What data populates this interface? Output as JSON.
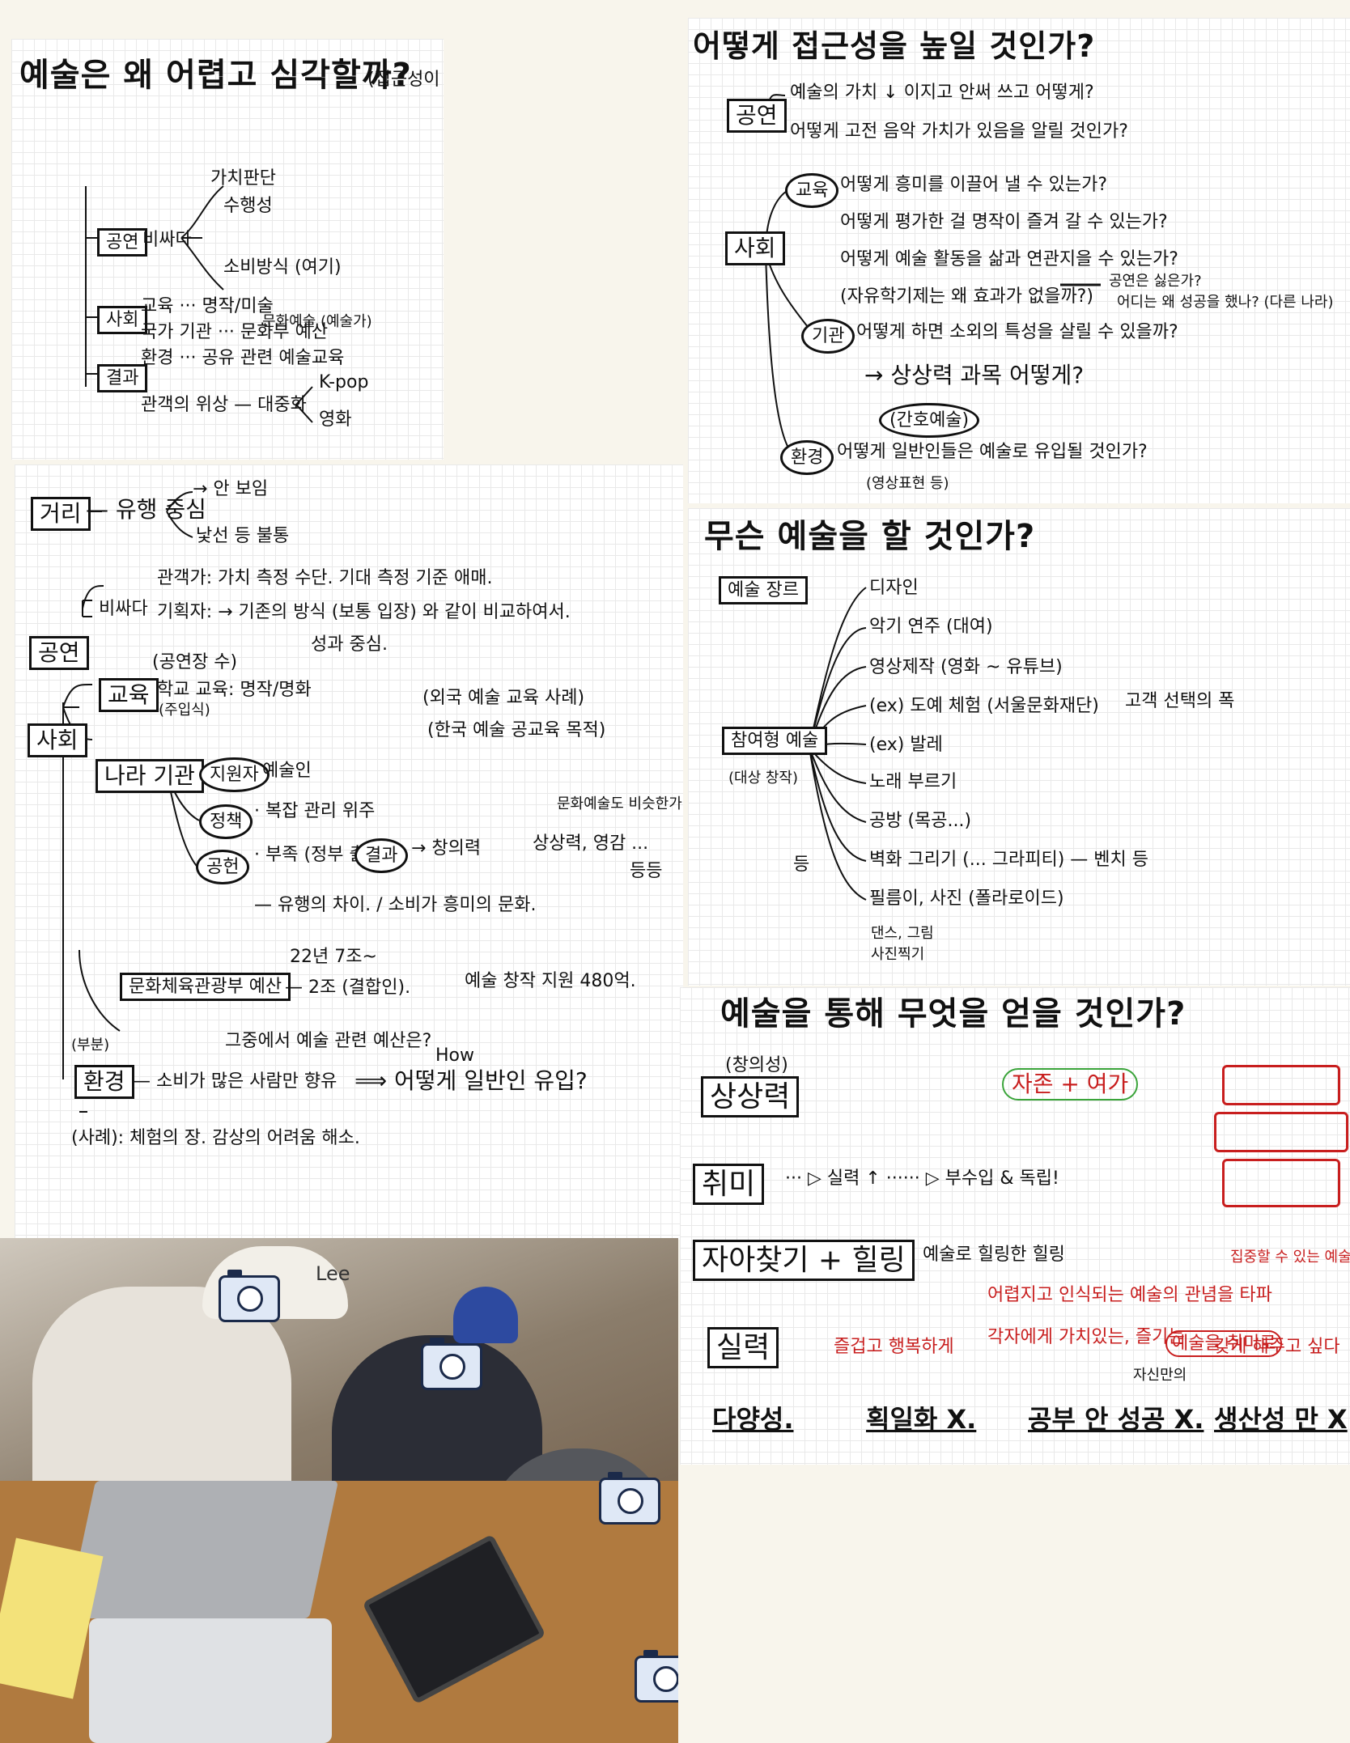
{
  "panel1": {
    "title": "예술은 왜 어렵고 심각할까?",
    "title_note": "(접근성이 높다)",
    "nodes": {
      "a1": "가치판단",
      "a2": "수행성",
      "a3": "소비방식 (여기)",
      "gong": "공연",
      "bissa": "비싸다",
      "sahoe": "사회",
      "sahoe_line1": "교육 ··· 명작/미술",
      "sahoe_line2": "국가 기관 ··· 문화부 예산",
      "sahoe_line3": "환경 ··· 공유 관련 예술교육",
      "sahoe_right": "문화예술 (예술가)",
      "kyulgwa": "결과",
      "kyulgwa_line": "관객의 위상 — 대중화",
      "kpop": "K-pop",
      "movie": "영화"
    }
  },
  "panel2": {
    "title": "어떻게 접근성을 높일 것인가?",
    "gong": "공연",
    "gong_q1": "예술의 가치 ↓ 이지고 안써 쓰고 어떻게?",
    "gong_q2": "어떻게 고전 음악 가치가 있음을 알릴 것인가?",
    "sahoe": "사회",
    "edu": "교육",
    "edu_q1": "어떻게 흥미를 이끌어 낼 수 있는가?",
    "edu_q2": "어떻게 평가한 걸 명작이 즐겨 갈 수 있는가?",
    "edu_q3": "어떻게 예술 활동을 삶과 연관지을 수 있는가?",
    "edu_q4": "(자유학기제는 왜 효과가 없을까?)",
    "edu_side1": "공연은 싫은가?",
    "edu_side2": "어디는 왜 성공을 했나? (다른 나라)",
    "gigwan": "기관",
    "gigwan_q": "어떻게 하면 소외의 특성을 살릴 수 있을까?",
    "imagination": "→ 상상력 과목 어떻게?",
    "convergence": "(간호예술)",
    "env": "환경",
    "env_q": "어떻게 일반인들은 예술로 유입될 것인가?",
    "env_note": "(영상표현 등)"
  },
  "panel3": {
    "geori": "거리",
    "geori_line": "— 유행 중심",
    "geori_r1": "→ 안 보임",
    "geori_r2": "낯선 등 불통",
    "gong": "공연",
    "bissa": "비싸다",
    "bissa_1": "관객가: 가치 측정 수단. 기대 측정 기준 애매.",
    "bissa_2": "기획자: → 기존의 방식 (보통 입장) 와 같이 비교하여서.",
    "bissa_3": "성과 중심.",
    "gong_sub": "(공연장 수)",
    "sahoe": "사회",
    "gyoyuk": "교육",
    "gyoyuk_line": "학교 교육: 명작/명화",
    "gyoyuk_sub": "(주입식)",
    "right1": "(외국 예술 교육 사례)",
    "right2": "(한국 예술 공교육 목적)",
    "nara": "나라 기관",
    "c1": "지원자",
    "c1_t": "예술인",
    "c2": "정책",
    "c2_t": "· 복잡 관리 위주",
    "c3": "공헌",
    "c3_t": "· 부족 (정부 출연)",
    "c4": "결과",
    "c4_t": "→ 창의력",
    "right3": "문화예술도 비슷한가",
    "right4": "상상력, 영감 ...",
    "right5": "등등",
    "bottom_line": "— 유행의 차이. / 소비가 흥미의 문화.",
    "budget": "문화체육관광부 예산",
    "budget_t": "— 2조 (결합인).",
    "budget_year": "22년 7조~",
    "budget_right": "예술 창작 지원 480억.",
    "budget_q": "그중에서 예술 관련 예산은?",
    "how": "How",
    "hwan": "환경",
    "hwan_sub": "(부분)",
    "hwan_line": "— 소비가 많은 사람만 향유",
    "hwan_arrow": "⟹ 어떻게 일반인 유입?",
    "hwan_bottom": "(사례): 체험의 장. 감상의 어려움 해소."
  },
  "panel4": {
    "title": "무슨 예술을 할 것인가?",
    "genre": "예술 장르",
    "center": "참여형 예술",
    "center_sub": "(대상 창작)",
    "items": [
      "디자인",
      "악기 연주 (대여)",
      "영상제작 (영화 ~ 유튜브)",
      "(ex) 도예 체험 (서울문화재단)",
      "(ex) 발레",
      "노래 부르기",
      "공방 (목공...)",
      "벽화 그리기 (... 그라피티) — 벤치 등",
      "필름이, 사진 (폴라로이드)",
      "댄스, 그림",
      "사진찍기"
    ],
    "right_note": "고객 선택의 폭",
    "left_note": "등"
  },
  "panel5": {
    "title": "예술을 통해 무엇을 얻을 것인가?",
    "note_top": "(창의성)",
    "k1": "상상력",
    "k2": "취미",
    "k3": "자아찾기 + 힐링",
    "k4": "실력",
    "red_circle": "자존 + 여가",
    "k2_line": "··· ▷ 실력 ↑ ······ ▷ 부수입 & 독립!",
    "k3_line": "예술로 힐링한 힐링",
    "red1": "집중할 수 있는 예술활동",
    "red2": "어렵지고 인식되는 예술의 관념을 타파",
    "red3": "즐겁고 행복하게",
    "red4": "각자에게 가치있는, 즐기는",
    "red5": "예술을 취미로",
    "red6": "갖게 해주고 싶다",
    "red7": "자신만의",
    "bottom": [
      "다양성.",
      "획일화 X.",
      "공부 안 성공 X.",
      "생산성 만 X"
    ]
  },
  "photo": {
    "cap_text": "Lee",
    "icons": [
      "camera-sticker",
      "camera-sticker",
      "camera-sticker",
      "camera-sticker"
    ]
  },
  "colors": {
    "ink": "#111111",
    "red": "#c81e1e",
    "green": "#3aa43a",
    "paper": "#ffffff",
    "background": "#f8f5ec"
  }
}
